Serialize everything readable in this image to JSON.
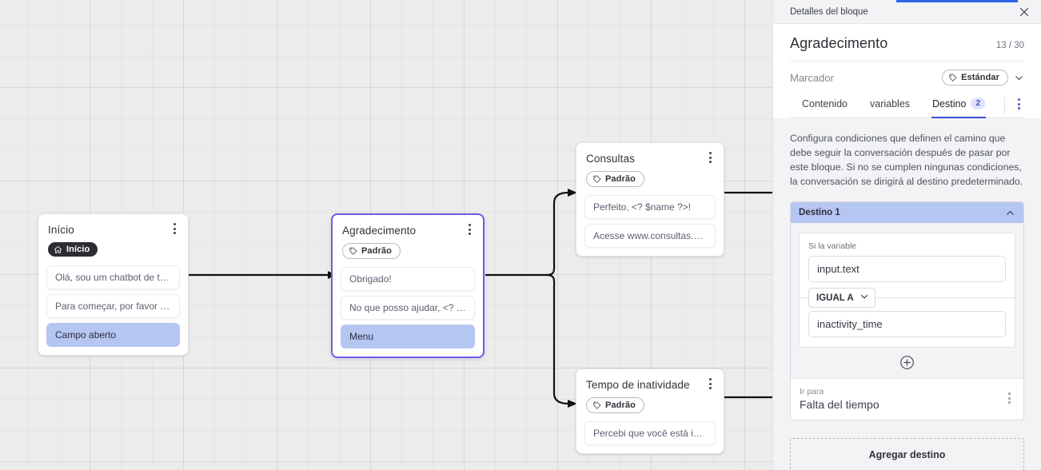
{
  "canvas": {
    "nodes": [
      {
        "id": "inicio",
        "title": "Início",
        "badge": "Início",
        "badge_icon": "home-icon",
        "badge_style": "dark",
        "selected": false,
        "messages": [
          {
            "text": "Olá, sou um chatbot de teste!",
            "highlight": false
          },
          {
            "text": "Para começar, por favor digite o ...",
            "highlight": false
          },
          {
            "text": "Campo aberto",
            "highlight": true
          }
        ]
      },
      {
        "id": "agradecimento",
        "title": "Agradecimento",
        "badge": "Padrão",
        "badge_icon": "tag-icon",
        "badge_style": "outline",
        "selected": true,
        "messages": [
          {
            "text": "Obrigado!",
            "highlight": false
          },
          {
            "text": "No que posso ajudar, <? $name ...",
            "highlight": false
          },
          {
            "text": "Menu",
            "highlight": true
          }
        ]
      },
      {
        "id": "consultas",
        "title": "Consultas",
        "badge": "Padrão",
        "badge_icon": "tag-icon",
        "badge_style": "outline",
        "selected": false,
        "messages": [
          {
            "text": "Perfeito, <? $name ?>!",
            "highlight": false
          },
          {
            "text": "Acesse www.consultas.com par...",
            "highlight": false
          }
        ]
      },
      {
        "id": "inatividade",
        "title": "Tempo de inatividade",
        "badge": "Padrão",
        "badge_icon": "tag-icon",
        "badge_style": "outline",
        "selected": false,
        "messages": [
          {
            "text": "Percebi que você está inativo. C...",
            "highlight": false
          }
        ]
      }
    ]
  },
  "panel": {
    "bar_title": "Detalles del bloque",
    "close_icon": "close-icon",
    "title": "Agradecimento",
    "counter": "13 / 30",
    "marker_label": "Marcador",
    "marker_value": "Estándar",
    "marker_icon": "tag-icon",
    "marker_chevron_icon": "chevron-down-icon",
    "tabs": [
      {
        "label": "Contenido",
        "active": false,
        "badge": ""
      },
      {
        "label": "variables",
        "active": false,
        "badge": ""
      },
      {
        "label": "Destino",
        "active": true,
        "badge": "2"
      }
    ],
    "tabs_kebab_icon": "more-vertical-icon",
    "description": "Configura condiciones que definen el camino que debe seguir la conversación después de pasar por este bloque. Si no se cumplen ningunas condiciones, la conversación se dirigirá al destino predeterminado.",
    "destination": {
      "header": "Destino 1",
      "collapse_icon": "chevron-up-icon",
      "delete_icon": "trash-icon",
      "condition_label": "Si la variable",
      "variable_value": "input.text",
      "operator": "IGUAL A",
      "operator_icon": "chevron-down-icon",
      "compare_value": "inactivity_time",
      "add_condition_icon": "plus-circle-icon",
      "goto_label": "Ir para",
      "goto_value": "Falta del tiempo",
      "goto_kebab_icon": "more-vertical-icon"
    },
    "add_destination_label": "Agregar destino"
  },
  "colors": {
    "accent": "#3c4fd6",
    "top_strip": "#2f63e8",
    "highlight_row": "#b6c6f2",
    "node_selected_border": "#6b5ce7",
    "canvas_bg": "#ececec",
    "panel_bg": "#f2f3f5"
  }
}
